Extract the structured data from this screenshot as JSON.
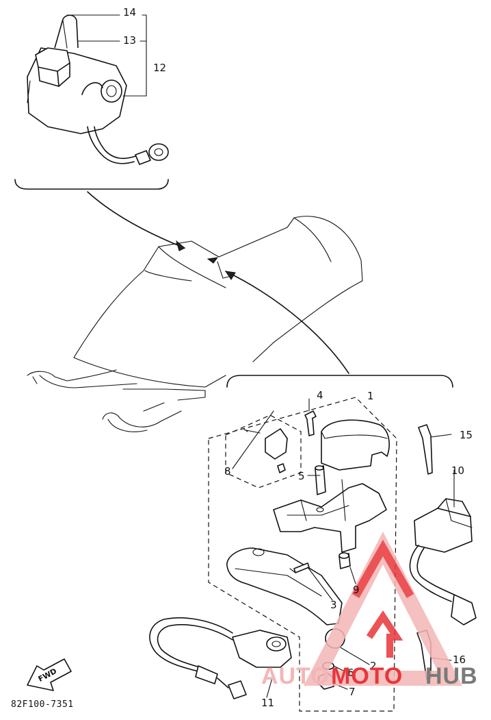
{
  "diagram": {
    "callouts": [
      {
        "id": "1",
        "text": "1"
      },
      {
        "id": "2",
        "text": "2"
      },
      {
        "id": "3",
        "text": "3"
      },
      {
        "id": "4",
        "text": "4"
      },
      {
        "id": "5",
        "text": "5"
      },
      {
        "id": "6",
        "text": "6"
      },
      {
        "id": "7",
        "text": "7"
      },
      {
        "id": "8",
        "text": "8"
      },
      {
        "id": "9",
        "text": "9"
      },
      {
        "id": "10",
        "text": "10"
      },
      {
        "id": "11",
        "text": "11"
      },
      {
        "id": "12",
        "text": "12"
      },
      {
        "id": "13",
        "text": "13"
      },
      {
        "id": "14",
        "text": "14"
      },
      {
        "id": "15",
        "text": "15"
      },
      {
        "id": "16",
        "text": "16"
      }
    ],
    "fwd_label": "FWD",
    "drawing_code": "82F100-7351"
  },
  "watermark": {
    "part1": "AUTO",
    "part2": "MOTO",
    "part3": "HUB",
    "color_red": "#e8363a",
    "color_light": "#f3b6b6",
    "color_dark": "#7a7a7a"
  }
}
